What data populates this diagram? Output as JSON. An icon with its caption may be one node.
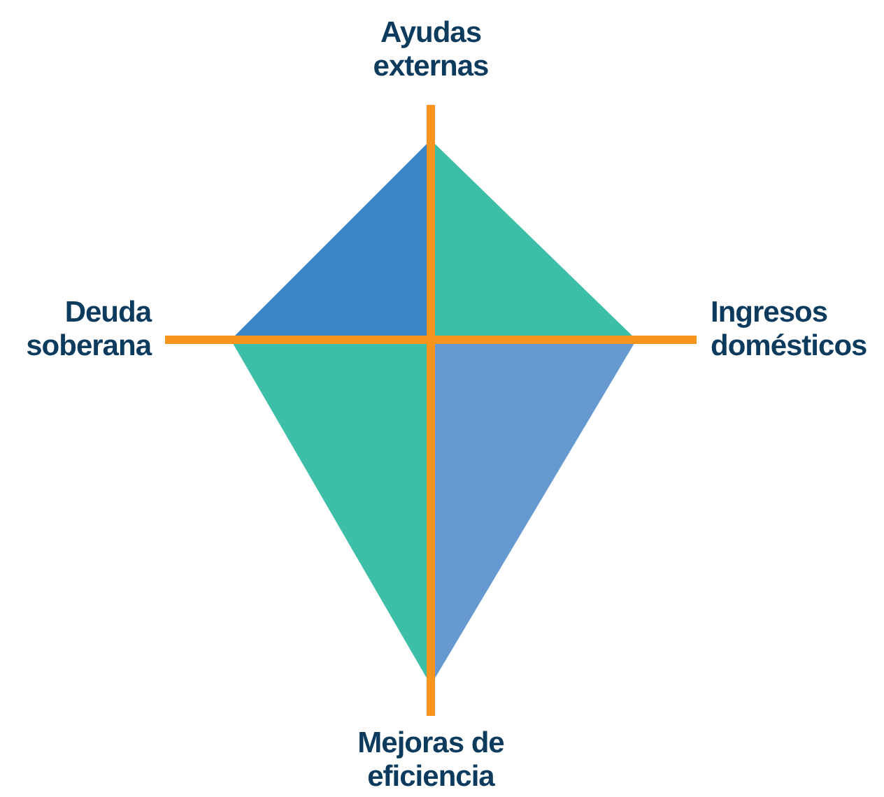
{
  "diagram": {
    "labels": [
      "Ayudas externas",
      "Deuda soberana",
      "Ingresos domésticos",
      "Mejoras de eficiencia"
    ]
  }
}
